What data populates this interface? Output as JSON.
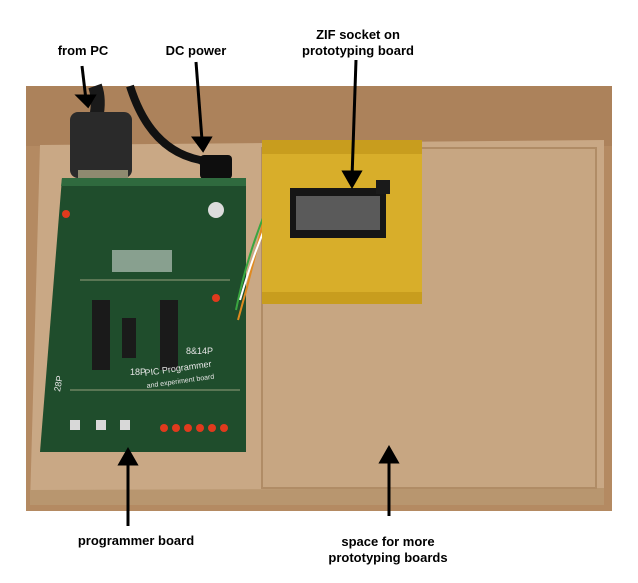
{
  "labels": {
    "from_pc": "from PC",
    "dc_power": "DC power",
    "zif_line1": "ZIF socket on",
    "zif_line2": "prototyping board",
    "programmer": "programmer board",
    "space_line1": "space for more",
    "space_line2": "prototyping boards"
  },
  "board_text": {
    "title_line1": "PIC Programmer",
    "title_line2": "and experiment board",
    "chip_18p": "18P",
    "chip_8p": "8&14P",
    "chip_28p": "28P"
  },
  "colors": {
    "background": "#ffffff",
    "table": "#b88e66",
    "baseboard": "#c8a684",
    "pcb": "#1d4a2a",
    "breadboard": "#d9b12a",
    "arrow": "#000000"
  }
}
